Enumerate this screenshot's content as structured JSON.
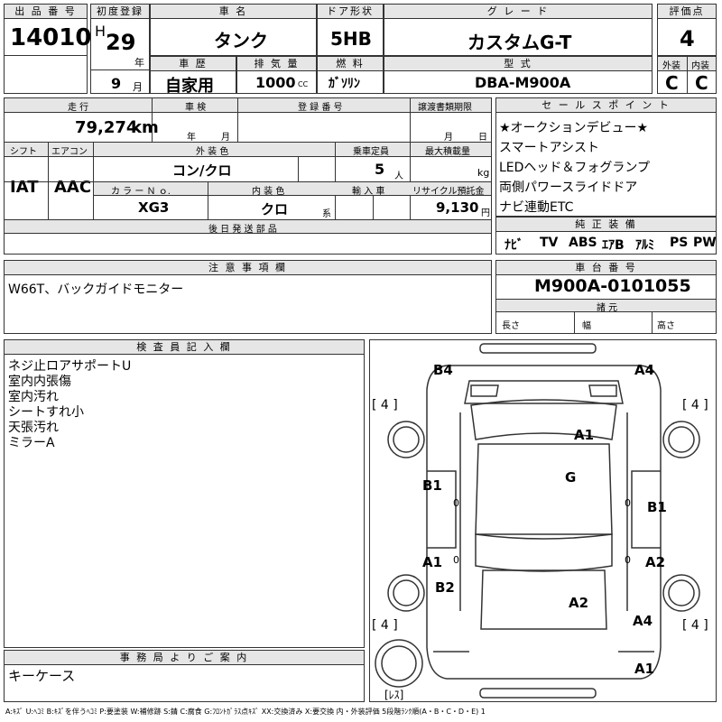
{
  "header": {
    "lot_no_label": "出 品 番 号",
    "lot_no": "14010",
    "first_reg_label": "初度登録",
    "era": "H",
    "year": "29",
    "year_unit": "年",
    "reg_type_label": "車 歴",
    "month": "9",
    "month_unit": "月",
    "reg_type": "自家用",
    "car_name_label": "車 名",
    "car_name": "タンク",
    "door_label": "ドア形状",
    "door": "5HB",
    "grade_label": "グ レ ー ド",
    "grade": "カスタムG-T",
    "score_label": "評価点",
    "score": "4",
    "displacement_label": "排 気 量",
    "displacement": "1000",
    "cc": "CC",
    "fuel_label": "燃 料",
    "fuel": "ｶﾞｿﾘﾝ",
    "model_label": "型 式",
    "model": "DBA-M900A",
    "ext_label": "外装",
    "int_label": "内装",
    "ext_grade": "C",
    "int_grade": "C"
  },
  "row2": {
    "mileage_label": "走 行",
    "mileage": "79,274",
    "km": "km",
    "inspection_label": "車 検",
    "year_unit": "年",
    "month_unit": "月",
    "reg_no_label": "登 録 番 号",
    "transfer_label": "譲渡書類期限",
    "month_unit2": "月",
    "day_unit": "日",
    "shift_label": "シフト",
    "shift": "IAT",
    "ac_label": "エアコン",
    "ac": "AAC",
    "ext_color_label": "外 装 色",
    "ext_color": "コン/クロ",
    "capacity_label": "乗車定員",
    "capacity": "5",
    "capacity_unit": "人",
    "max_load_label": "最大積載量",
    "kg": "kg",
    "color_no_label": "カ ラ ー Ｎ ｏ.",
    "color_no": "XG3",
    "int_color_label": "内 装 色",
    "int_color": "クロ",
    "int_color_unit": "系",
    "import_label": "輸 入 車",
    "recycle_label": "リサイクル預託金",
    "recycle": "9,130",
    "yen": "円",
    "later_parts_label": "後 日 発 送 部 品"
  },
  "sales_points": {
    "label": "セ ー ル ス ポ イ ン ト",
    "items": [
      "★オークションデビュー★",
      "スマートアシスト",
      "LEDヘッド＆フォグランプ",
      "両側パワースライドドア",
      "ナビ連動ETC"
    ]
  },
  "equipment": {
    "label": "純 正 装 備",
    "items": [
      "ﾅﾋﾞ",
      "TV",
      "ABS",
      "ｴｱB",
      "ｱﾙﾐ",
      "PS",
      "PW"
    ]
  },
  "notes": {
    "label": "注 意 事 項 欄",
    "text": "W66T、バックガイドモニター"
  },
  "chassis": {
    "label": "車 台 番 号",
    "number": "M900A-0101055",
    "dims_label": "諸 元",
    "length_label": "長さ",
    "width_label": "幅",
    "height_label": "高さ"
  },
  "inspector": {
    "label": "検 査 員 記 入 欄",
    "lines": [
      "ネジ止ロアサポートU",
      "室内内張傷",
      "室内汚れ",
      "シートすれ小",
      "天張汚れ",
      "ミラーA"
    ]
  },
  "office": {
    "label": "事 務 局 よ り ご 案 内",
    "text": "キーケース"
  },
  "diagram": {
    "marks": [
      "B4",
      "A4",
      "A1",
      "G",
      "B1",
      "B1",
      "A1",
      "A2",
      "B2",
      "A2",
      "A4",
      "A1"
    ],
    "tires": [
      "[ 4 ]",
      "[ 4 ]",
      "[ 4 ]",
      "[ 4 ]"
    ],
    "spare": "[ﾚｽ]",
    "zero_marks": [
      "0",
      "0",
      "0",
      "0"
    ]
  },
  "legend": "A:ｷｽﾞ U:ﾍｺﾐ B:ｷｽﾞを伴うﾍｺﾐ P:要塗装 W:補修跡 S:錆 C:腐食 G:ﾌﾛﾝﾄｶﾞﾗｽ点ｷｽﾞ XX:交換済み X:要交換 内・外装評価 5段階ﾗﾝｸ順(A・B・C・D・E) 1"
}
